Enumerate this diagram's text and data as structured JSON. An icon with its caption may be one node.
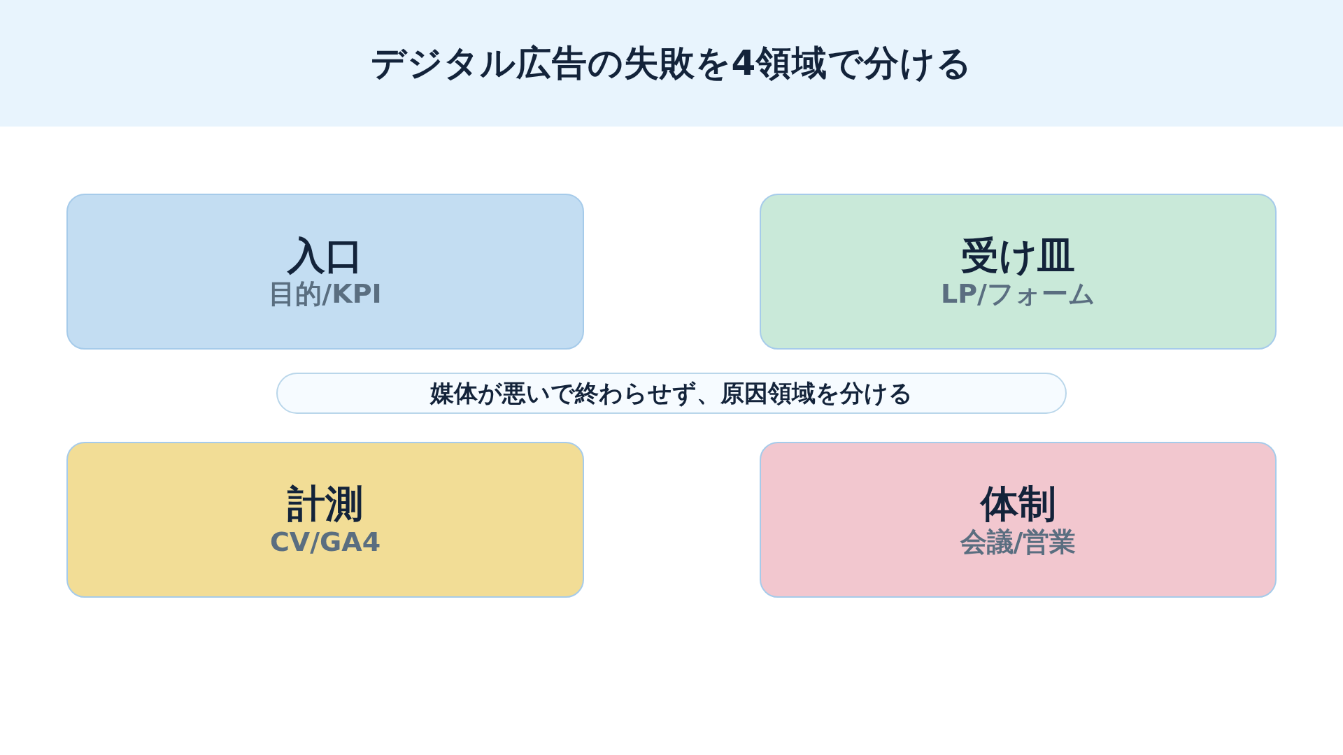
{
  "diagram": {
    "title": "デジタル広告の失敗を4領域で分ける",
    "nodes": [
      {
        "text": [
          "入口",
          "目的/KPI"
        ]
      },
      {
        "text": [
          "受け皿",
          "LP/フォーム"
        ]
      },
      {
        "text": [
          "媒体が悪いで終わらせず、原因領域を分ける"
        ]
      },
      {
        "text": [
          "計測",
          "CV/GA4"
        ]
      },
      {
        "text": [
          "体制",
          "会議/営業"
        ]
      }
    ]
  }
}
